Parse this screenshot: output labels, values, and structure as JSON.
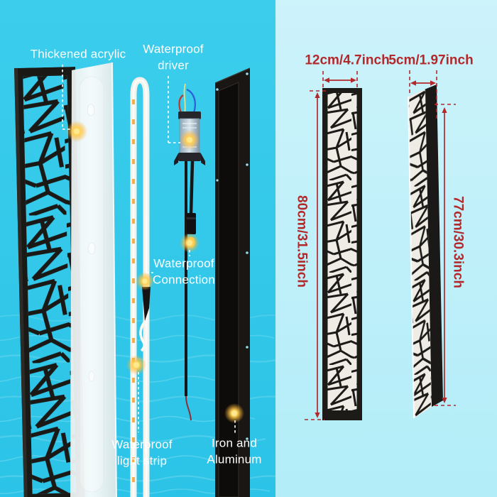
{
  "diagram": {
    "labels": {
      "acrylic": "Thickened acrylic",
      "driver_1": "Waterproof",
      "driver_2": "driver",
      "connection_1": "Waterproof",
      "connection_2": "Connection",
      "light_strip_1": "Waterproof",
      "light_strip_2": "light strip",
      "material_1": "Iron and",
      "material_2": "Aluminum"
    },
    "dimensions": {
      "front_width": "12cm/4.7inch",
      "side_width": "5cm/1.97inch",
      "front_height": "80cm/31.5inch",
      "side_height": "77cm/30.3inch"
    }
  },
  "colors": {
    "left_background": "#35c8e9",
    "right_background": "#bfeffa",
    "accent_red": "#b3292b",
    "label_text": "#ffffff",
    "panel_black": "#1d1b18",
    "panel_white": "#efece6",
    "glow_orange": "#ffc84d"
  }
}
